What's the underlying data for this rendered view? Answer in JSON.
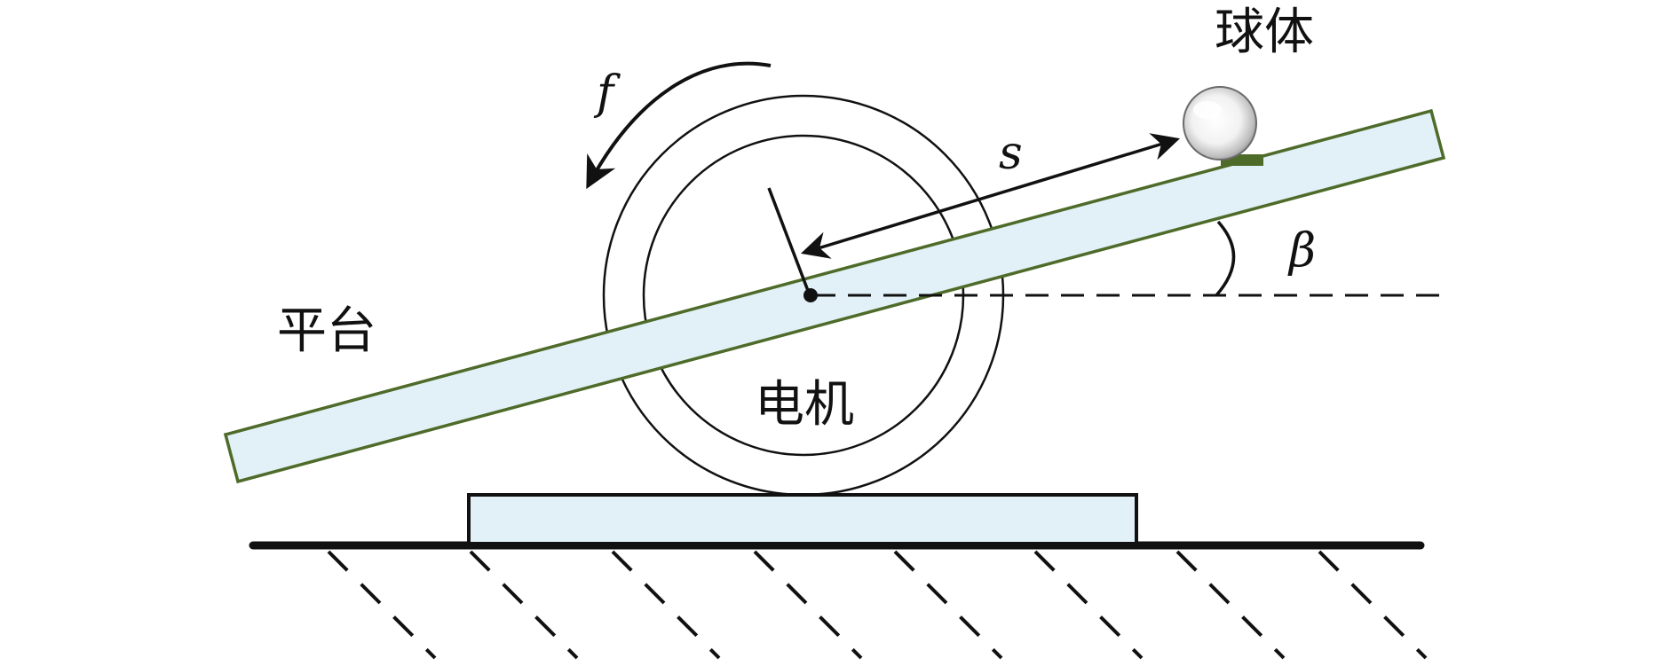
{
  "labels": {
    "ball": "球体",
    "platform": "平台",
    "motor": "电机",
    "torque": "f",
    "distance": "s",
    "angle": "β"
  },
  "colors": {
    "platform_fill": "#e2f1f7",
    "platform_edge": "#4e6b2a",
    "base_fill": "#e2f1f7",
    "ink": "#111111",
    "ball_contact": "#4e6b2a"
  }
}
